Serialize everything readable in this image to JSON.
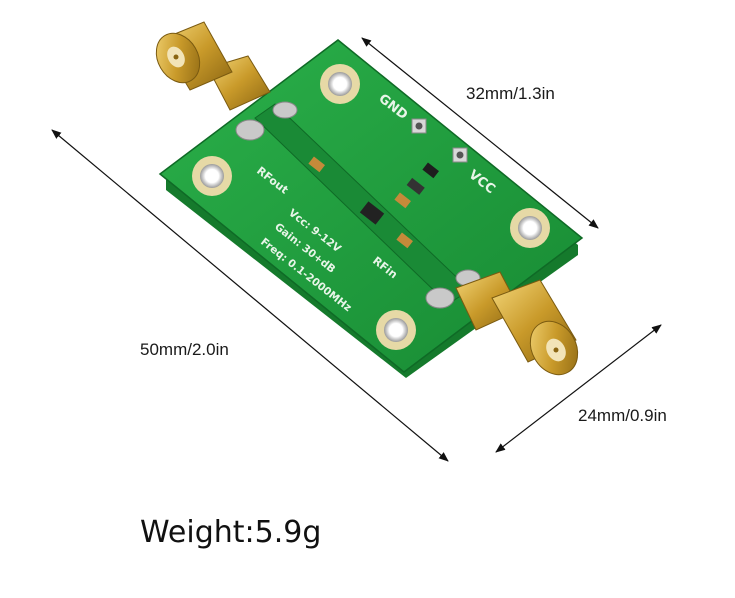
{
  "dimensions": {
    "length": "50mm/2.0in",
    "width_top": "32mm/1.3in",
    "width_side": "24mm/0.9in"
  },
  "weight": "Weight:5.9g",
  "board": {
    "gnd": "GND",
    "vcc": "VCC",
    "rfout": "RFout",
    "rfin": "RFin",
    "spec_vcc": "Vcc: 9-12V",
    "spec_gain": "Gain: 30+dB",
    "spec_freq": "Freq: 0.1-2000MHz"
  },
  "colors": {
    "pcb": "#1f9a3c",
    "pcb_edge": "#157a2c",
    "gold": "#d4a832",
    "background": "#ffffff",
    "text": "#1a1a1a"
  }
}
